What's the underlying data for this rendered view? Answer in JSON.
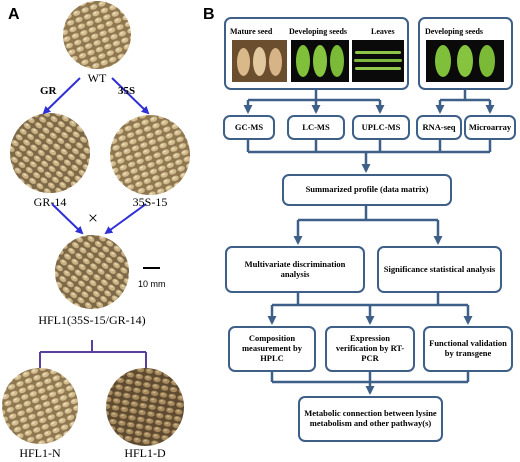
{
  "panel_a": {
    "letter": "A",
    "seeds": {
      "wt": "WT",
      "gr14": "GR-14",
      "s3515": "35S-15",
      "hfl1": "HFL1(35S-15/GR-14)",
      "hfl1n": "HFL1-N",
      "hfl1d": "HFL1-D"
    },
    "arrow_labels": {
      "gr": "GR",
      "s35": "35S"
    },
    "cross_symbol": "×",
    "scale_bar": "10 mm"
  },
  "panel_b": {
    "letter": "B",
    "image_captions": {
      "mature": "Mature seed",
      "developing1": "Developing seeds",
      "leaves": "Leaves",
      "developing2": "Developing seeds"
    },
    "boxes": {
      "gcms": "GC-MS",
      "lcms": "LC-MS",
      "uplcms": "UPLC-MS",
      "rnaseq": "RNA-seq",
      "microarray": "Microarray",
      "summary": "Summarized profile (data matrix)",
      "multivariate": "Multivariate discrimination analysis",
      "significance": "Significance statistical analysis",
      "composition": "Composition measurement by HPLC",
      "expression": "Expression verification by RT-PCR",
      "functional": "Functional validation by transgene",
      "metabolic": "Metabolic connection between lysine metabolism and other pathway(s)"
    }
  },
  "colors": {
    "arrow_blue": "#2f2fd6",
    "box_border": "#3d5f88",
    "connector_purple": "#5a3fa0",
    "seed_tan": "#b89a6a",
    "leaf_green": "#86b83a"
  }
}
